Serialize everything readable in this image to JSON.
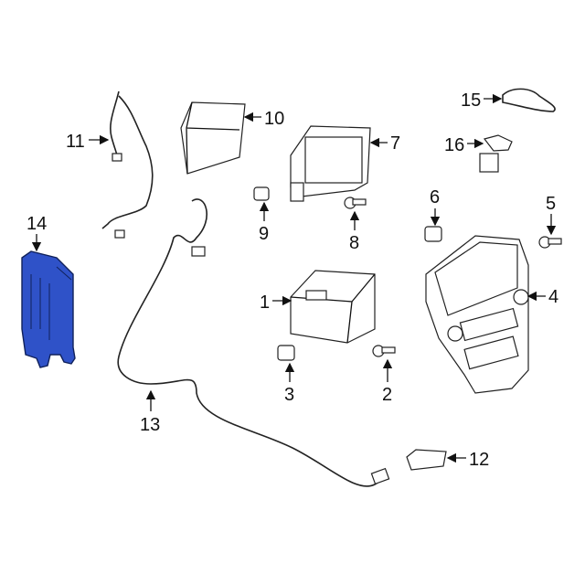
{
  "diagram": {
    "callouts": [
      "1",
      "2",
      "3",
      "4",
      "5",
      "6",
      "7",
      "8",
      "9",
      "10",
      "11",
      "12",
      "13",
      "14",
      "15",
      "16"
    ],
    "highlight_color": "#2f52c8"
  }
}
